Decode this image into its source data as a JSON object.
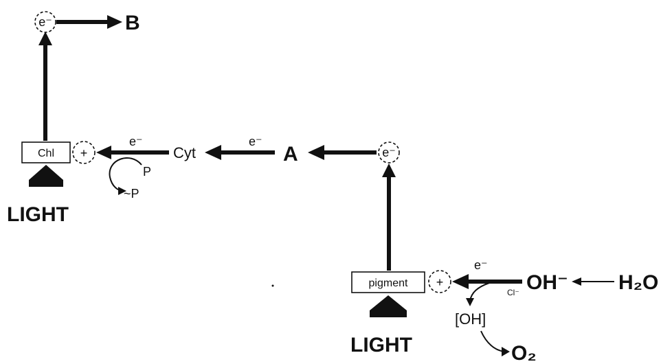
{
  "labels": {
    "chl": "Chl",
    "pigment": "pigment",
    "light": "LIGHT",
    "electron": "e⁻",
    "plus": "+",
    "b": "B",
    "a": "A",
    "cyt": "Cyt",
    "p": "P",
    "tilde_p": "~P",
    "oh_minus": "OH⁻",
    "cl_minus": "Cl⁻",
    "h2o": "H₂O",
    "oh_radical": "[OH]",
    "o2": "O₂"
  }
}
